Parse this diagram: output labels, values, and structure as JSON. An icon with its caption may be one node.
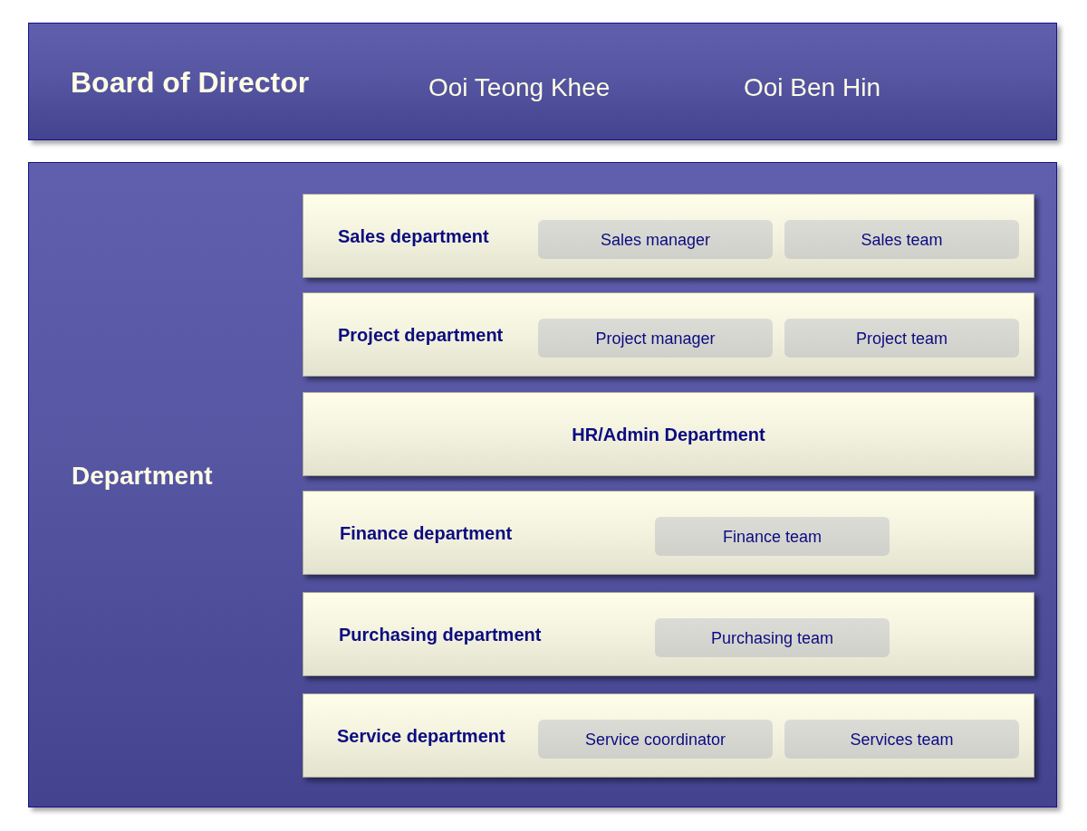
{
  "diagram": {
    "nodes": [
      {
        "text": [
          "Board of Director",
          "Ooi Teong Khee",
          "Ooi Ben Hin"
        ]
      },
      {
        "text": [
          "Department"
        ]
      },
      {
        "text": [
          "Sales department"
        ],
        "in": 1
      },
      {
        "text": [
          "Sales manager"
        ],
        "in": 2
      },
      {
        "text": [
          "Sales team"
        ],
        "in": 2
      },
      {
        "text": [
          "Project department"
        ],
        "in": 1
      },
      {
        "text": [
          "Project manager"
        ],
        "in": 5
      },
      {
        "text": [
          "Project team"
        ],
        "in": 5
      },
      {
        "text": [
          "HR/Admin Department"
        ],
        "in": 1
      },
      {
        "text": [
          "Finance department"
        ],
        "in": 1
      },
      {
        "text": [
          "Finance team"
        ],
        "in": 9
      },
      {
        "text": [
          "Purchasing department"
        ],
        "in": 1
      },
      {
        "text": [
          "Purchasing team"
        ],
        "in": 11
      },
      {
        "text": [
          "Service department"
        ],
        "in": 1
      },
      {
        "text": [
          "Service coordinator"
        ],
        "in": 13
      },
      {
        "text": [
          "Services team"
        ],
        "in": 13
      }
    ]
  }
}
